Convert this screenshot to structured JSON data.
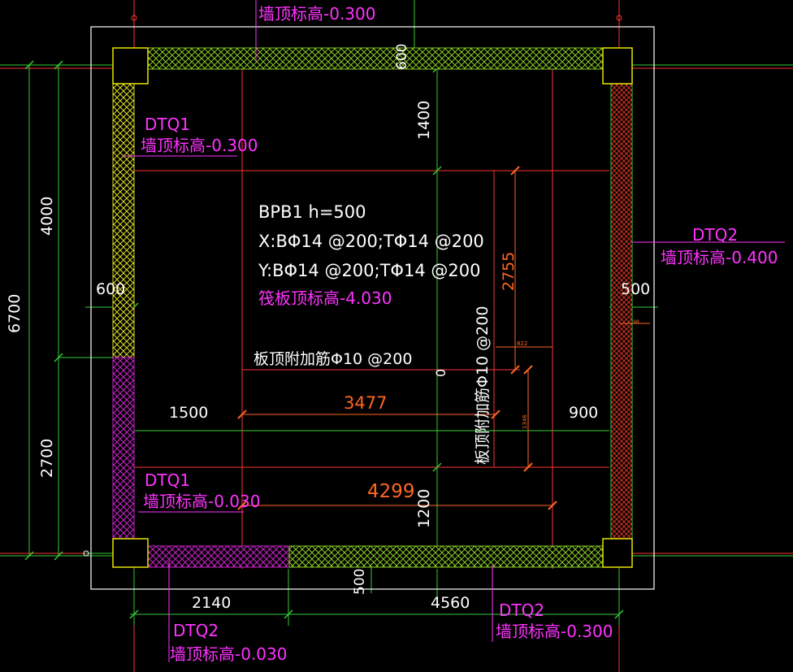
{
  "colors": {
    "background": "#000000",
    "outline": "#ffffff",
    "green_dim": "#33cc33",
    "grid_red": "#ff3333",
    "wall_green": "#88cc22",
    "wall_yellow": "#dddd22",
    "wall_magenta": "#cc22cc",
    "column": "#e6e600",
    "label_magenta": "#ff33ff",
    "dim_orange": "#ff6622",
    "text_white": "#ffffff"
  },
  "top_label": "墙顶标高-0.300",
  "walls": {
    "left_upper": {
      "name": "DTQ1",
      "elevation": "墙顶标高-0.300"
    },
    "left_lower": {
      "name": "DTQ1",
      "elevation": "墙顶标高-0.030"
    },
    "right": {
      "name": "DTQ2",
      "elevation": "墙顶标高-0.400"
    },
    "bottom_left": {
      "name": "DTQ2",
      "elevation": "墙顶标高-0.030"
    },
    "bottom_right": {
      "name": "DTQ2",
      "elevation": "墙顶标高-0.300"
    }
  },
  "slab": {
    "name": "BPB1 h=500",
    "x_rebar": "X:BΦ14 @200;TΦ14 @200",
    "y_rebar": "Y:BΦ14 @200;TΦ14 @200",
    "elevation": "筏板顶标高-4.030",
    "extra_h": "板顶附加筋Φ10 @200",
    "extra_v": "板顶附加筋Φ10 @200"
  },
  "dims": {
    "left_total": "6700",
    "left_upper": "4000",
    "left_lower": "2700",
    "left_wall": "600",
    "top_wall": "600",
    "right_wall": "500",
    "bottom_wall": "500",
    "v1400": "1400",
    "v1200": "1200",
    "v0": "0",
    "h1500": "1500",
    "h900": "900",
    "b2140": "2140",
    "b4560": "4560",
    "o2755": "2755",
    "o3477": "3477",
    "o4299": "4299",
    "o_small1": "822",
    "o_small2": "1346",
    "tiny": "98"
  }
}
